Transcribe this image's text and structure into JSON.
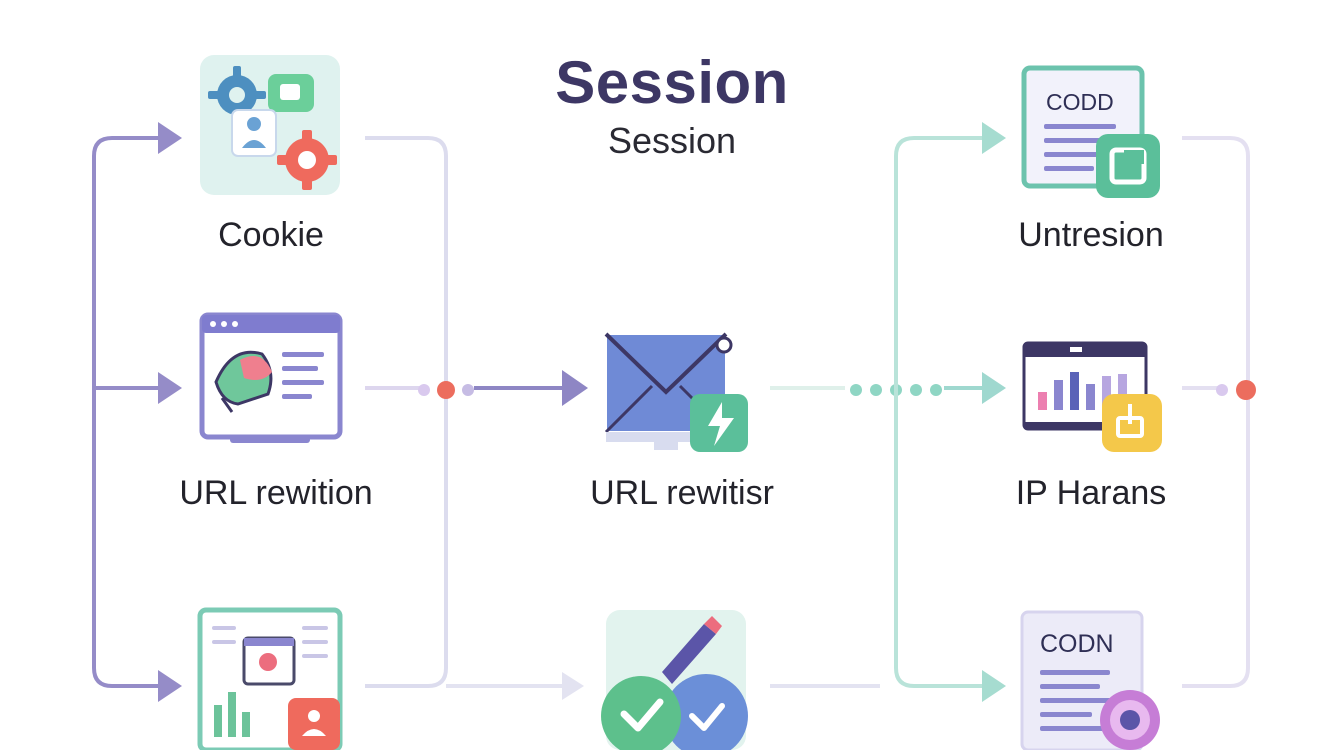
{
  "diagram": {
    "title": "Session",
    "subtitle": "Session",
    "nodes": {
      "cookie": {
        "label": "Cookie",
        "icon": "gears-user-icon"
      },
      "url_rewrite_left": {
        "label": "URL rewition",
        "icon": "browser-hand-icon"
      },
      "bottom_left": {
        "label": "",
        "icon": "document-camera-chart-icon"
      },
      "center": {
        "label": "URL rewitisr",
        "icon": "monitor-envelope-bolt-icon"
      },
      "bottom_center": {
        "label": "",
        "icon": "pen-check-badges-icon"
      },
      "untresion": {
        "label": "Untresion",
        "icon_text": "CODD",
        "icon": "document-code-icon"
      },
      "ip_harans": {
        "label": "IP Harans",
        "icon": "browser-bar-chart-icon"
      },
      "bottom_right": {
        "label": "",
        "icon_text": "CODN",
        "icon": "document-record-icon"
      }
    },
    "colors": {
      "title": "#3d3765",
      "purple": "#8e86c4",
      "teal": "#7fd0bd",
      "red_dot": "#ec6d5e"
    }
  }
}
